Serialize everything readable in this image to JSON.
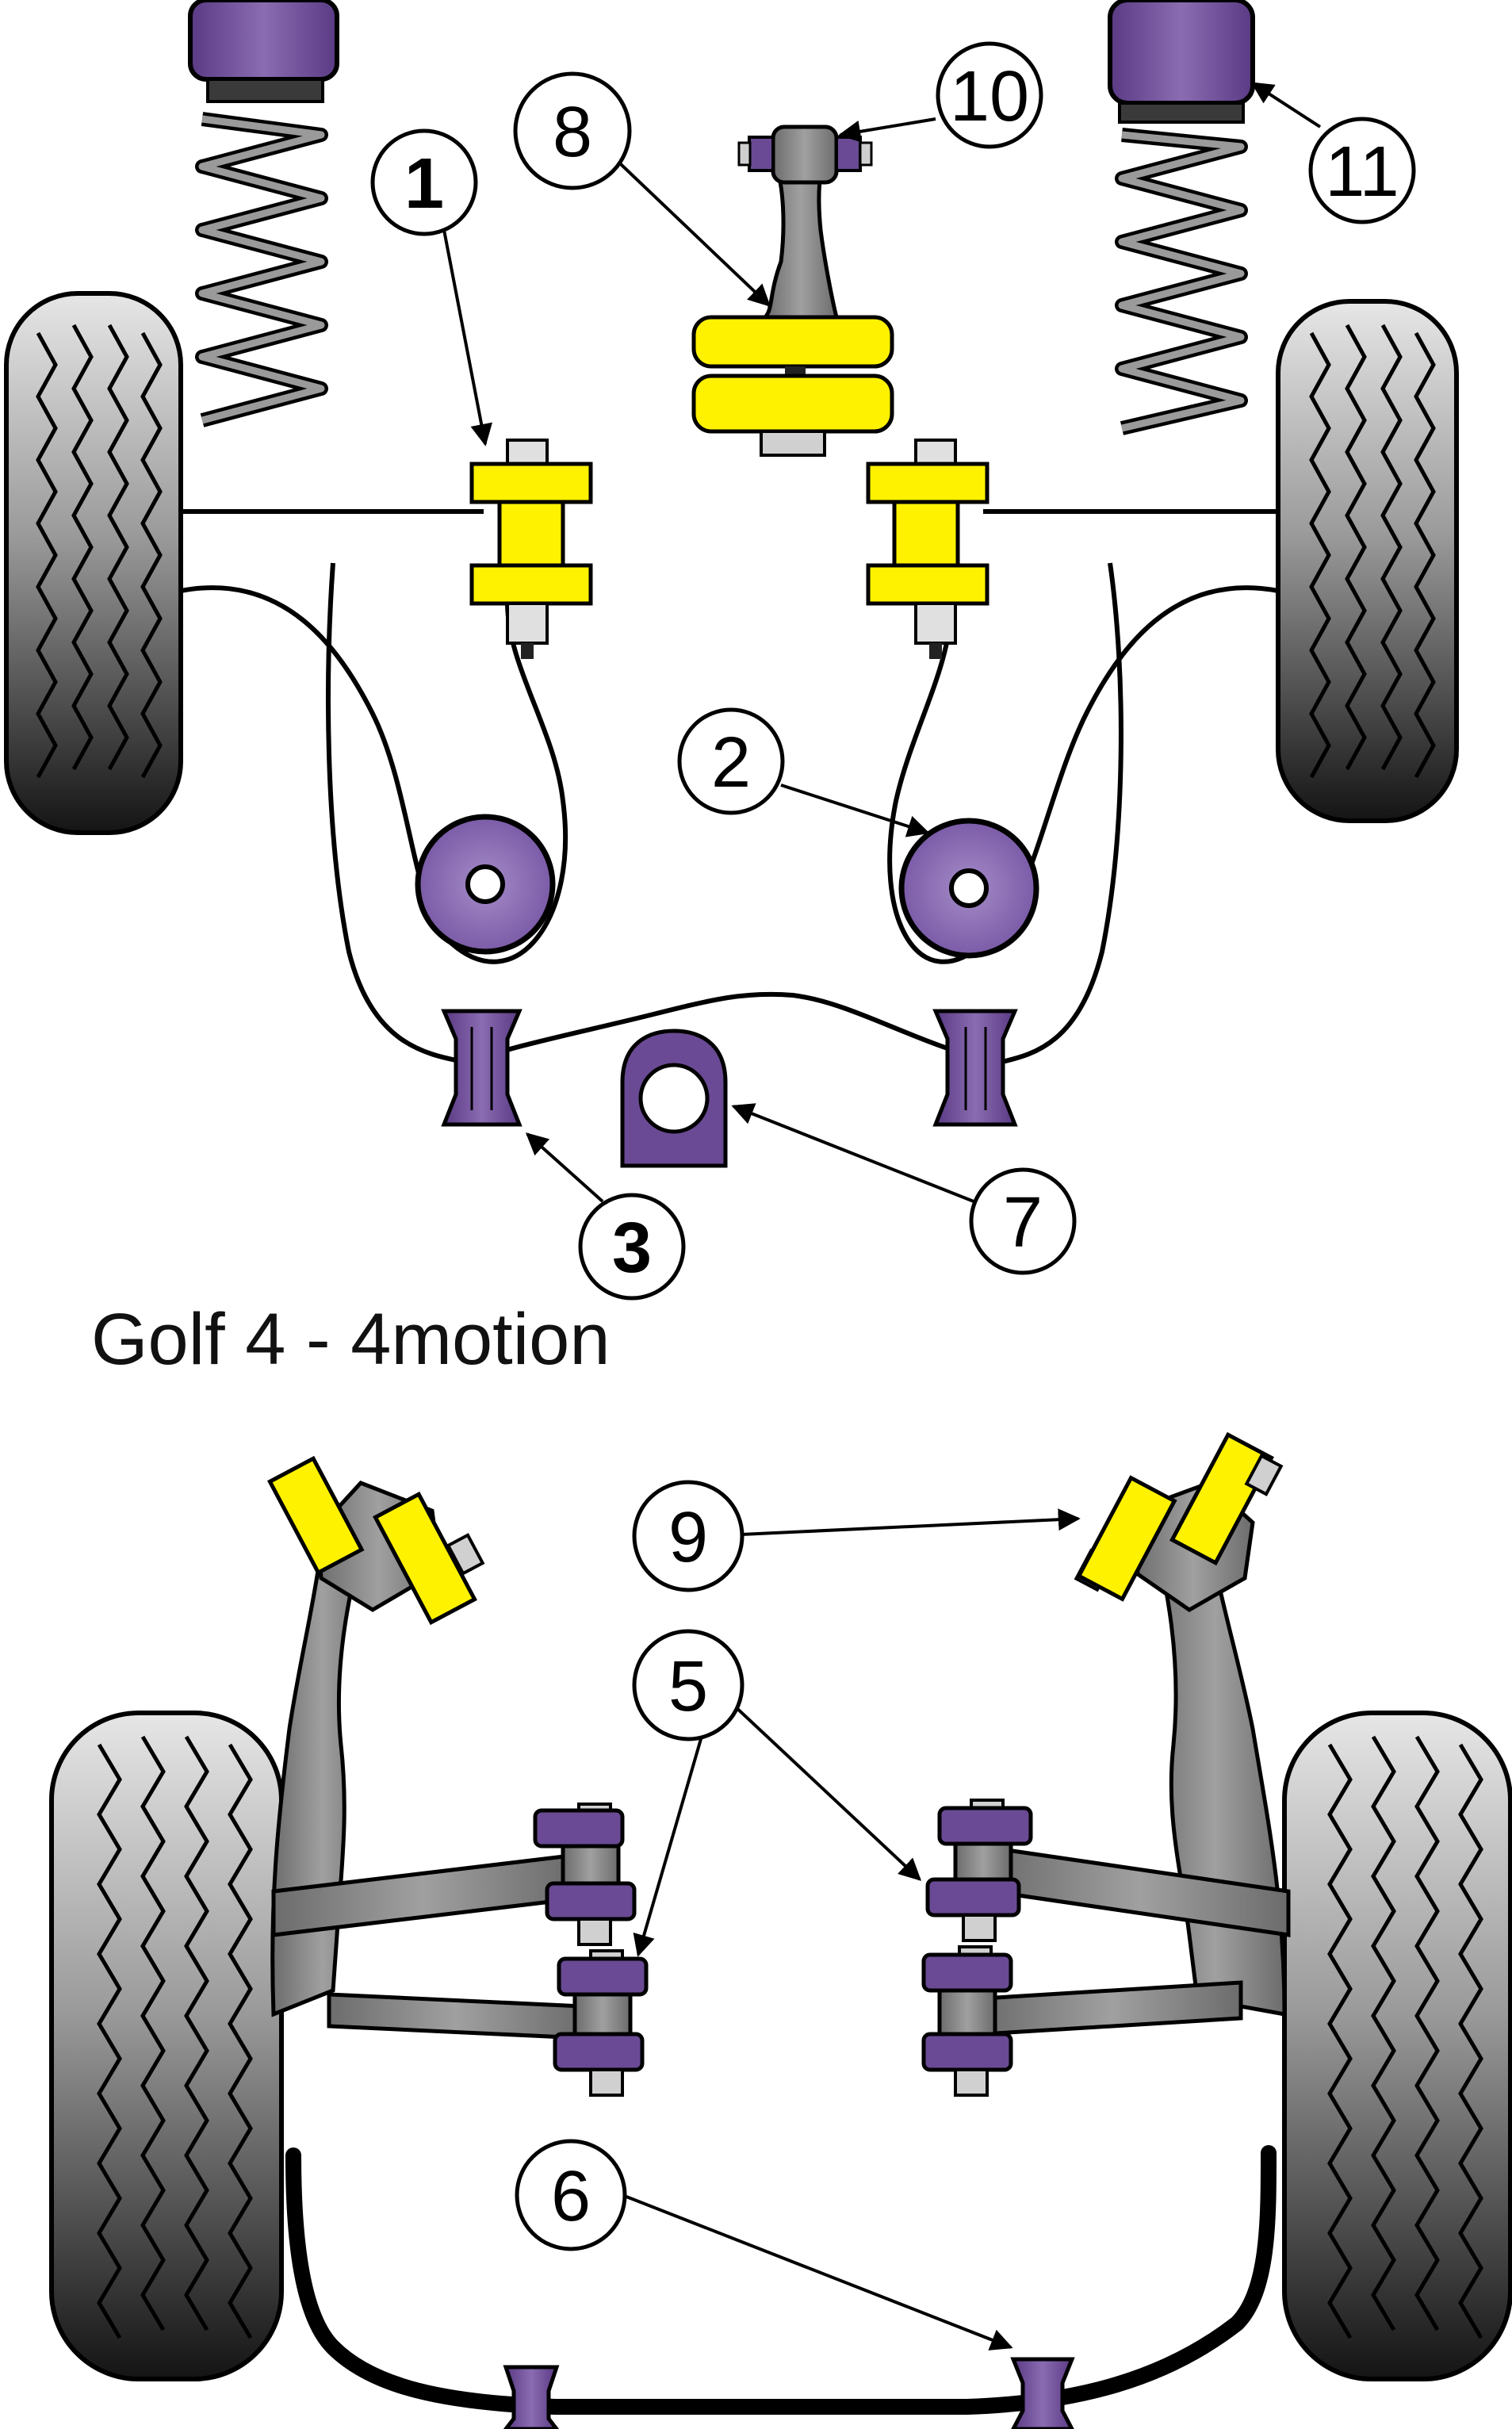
{
  "caption": "Golf 4 - 4motion",
  "callouts": {
    "c1": "1",
    "c2": "2",
    "c3": "3",
    "c5": "5",
    "c6": "6",
    "c7": "7",
    "c8": "8",
    "c9": "9",
    "c10": "10",
    "c11": "11"
  },
  "colors": {
    "polyurethane_purple": "#6a4a94",
    "polyurethane_purple_light": "#8a6cb2",
    "polyurethane_yellow": "#fff200",
    "metal_grey": "#808080",
    "tyre_dark": "#2a2a2a",
    "tyre_light": "#d0d0d0",
    "outline": "#000000"
  },
  "icons": [
    "tyre-icon",
    "coil-spring-icon",
    "bushing-icon",
    "bolt-icon",
    "anti-roll-bar-icon",
    "arrow-icon"
  ]
}
